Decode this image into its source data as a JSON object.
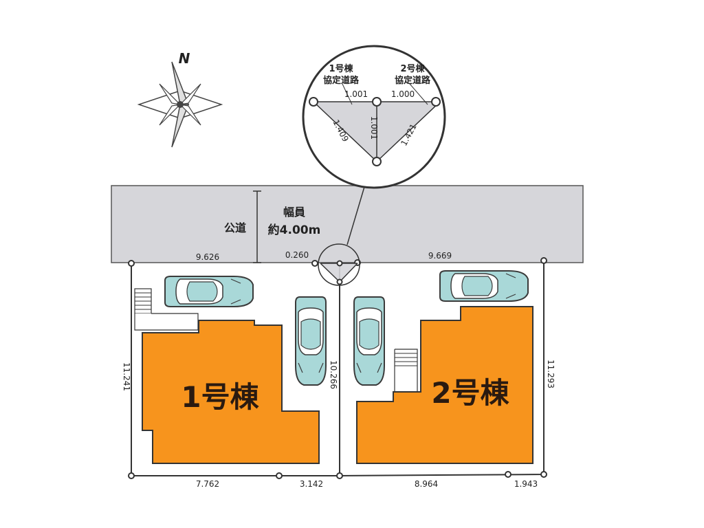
{
  "compass": {
    "label": "N",
    "icon": "compass-rose-icon"
  },
  "road": {
    "label": "公道",
    "width_label": "幅員",
    "width_value": "約4.00m",
    "color": "#d6d6da"
  },
  "buildings": [
    {
      "name": "1号棟",
      "color": "#f7941d"
    },
    {
      "name": "2号棟",
      "color": "#f7941d"
    }
  ],
  "dimensions": {
    "lot1_front": "9.626",
    "lot1_left": "11.241",
    "lot1_bottom_a": "7.762",
    "lot1_bottom_b": "3.142",
    "shared_corner": "0.260",
    "shared_boundary": "10.266",
    "lot2_front": "9.669",
    "lot2_right": "11.293",
    "lot2_bottom_a": "8.964",
    "lot2_bottom_b": "1.943"
  },
  "inset": {
    "label_1_line1": "1号棟",
    "label_1_line2": "協定道路",
    "label_2_line1": "2号棟",
    "label_2_line2": "協定道路",
    "d_top_left": "1.001",
    "d_top_right": "1.000",
    "d_diag_left": "1.409",
    "d_vertical": "1.001",
    "d_diag_right": "1.421",
    "fill_color": "#d6d6da"
  },
  "car_color": "#a9d8d8"
}
